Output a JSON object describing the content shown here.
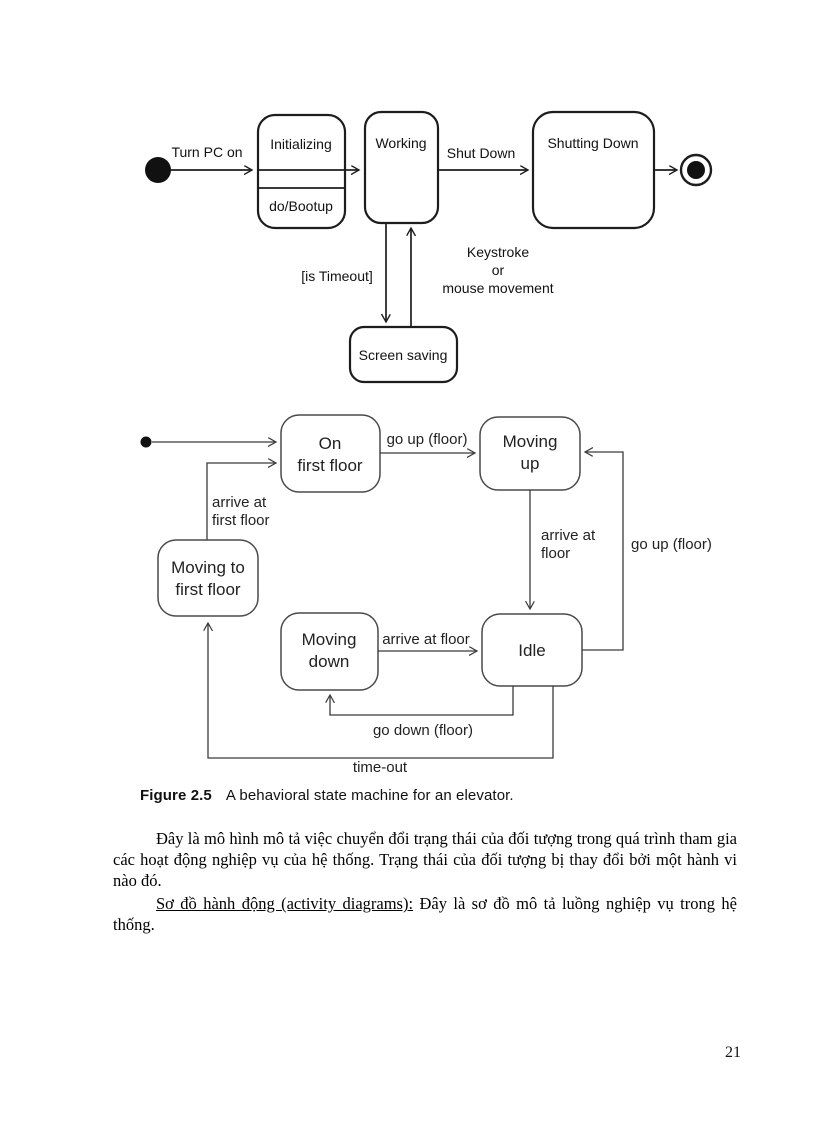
{
  "page": {
    "number": "21"
  },
  "figure_caption": {
    "label": "Figure 2.5",
    "text": "A behavioral state machine for an elevator."
  },
  "pc_diagram": {
    "states": {
      "initializing": "Initializing",
      "do_bootup": "do/Bootup",
      "working": "Working",
      "shutting_down": "Shutting Down",
      "screen_saving": "Screen saving"
    },
    "transitions": {
      "turn_pc_on": "Turn PC on",
      "shut_down": "Shut Down",
      "is_timeout": "[is Timeout]",
      "keystroke_line1": "Keystroke",
      "keystroke_line2": "or",
      "keystroke_line3": "mouse movement"
    }
  },
  "elevator_diagram": {
    "states": {
      "on_first_floor_line1": "On",
      "on_first_floor_line2": "first floor",
      "moving_up_line1": "Moving",
      "moving_up_line2": "up",
      "moving_to_first_floor_line1": "Moving to",
      "moving_to_first_floor_line2": "first floor",
      "moving_down_line1": "Moving",
      "moving_down_line2": "down",
      "idle": "Idle"
    },
    "transitions": {
      "go_up_floor_top": "go up (floor)",
      "go_up_floor_right": "go up (floor)",
      "arrive_at_first_floor_line1": "arrive at",
      "arrive_at_first_floor_line2": "first floor",
      "arrive_at_floor_line1": "arrive at",
      "arrive_at_floor_line2": "floor",
      "arrive_at_floor_mid": "arrive at floor",
      "go_down_floor": "go down (floor)",
      "time_out": "time-out"
    }
  },
  "paragraphs": {
    "p1": "Đây là mô hình mô tả việc chuyển đổi trạng thái của đối tượng trong quá trình tham gia các hoạt động nghiệp vụ của hệ thống. Trạng thái của đối tượng bị thay đổi bởi một hành vi nào đó.",
    "p2_underlined": "Sơ đồ hành động (activity diagrams):",
    "p2_rest": " Đây là sơ đồ mô tả luồng nghiệp vụ trong hệ thống."
  }
}
